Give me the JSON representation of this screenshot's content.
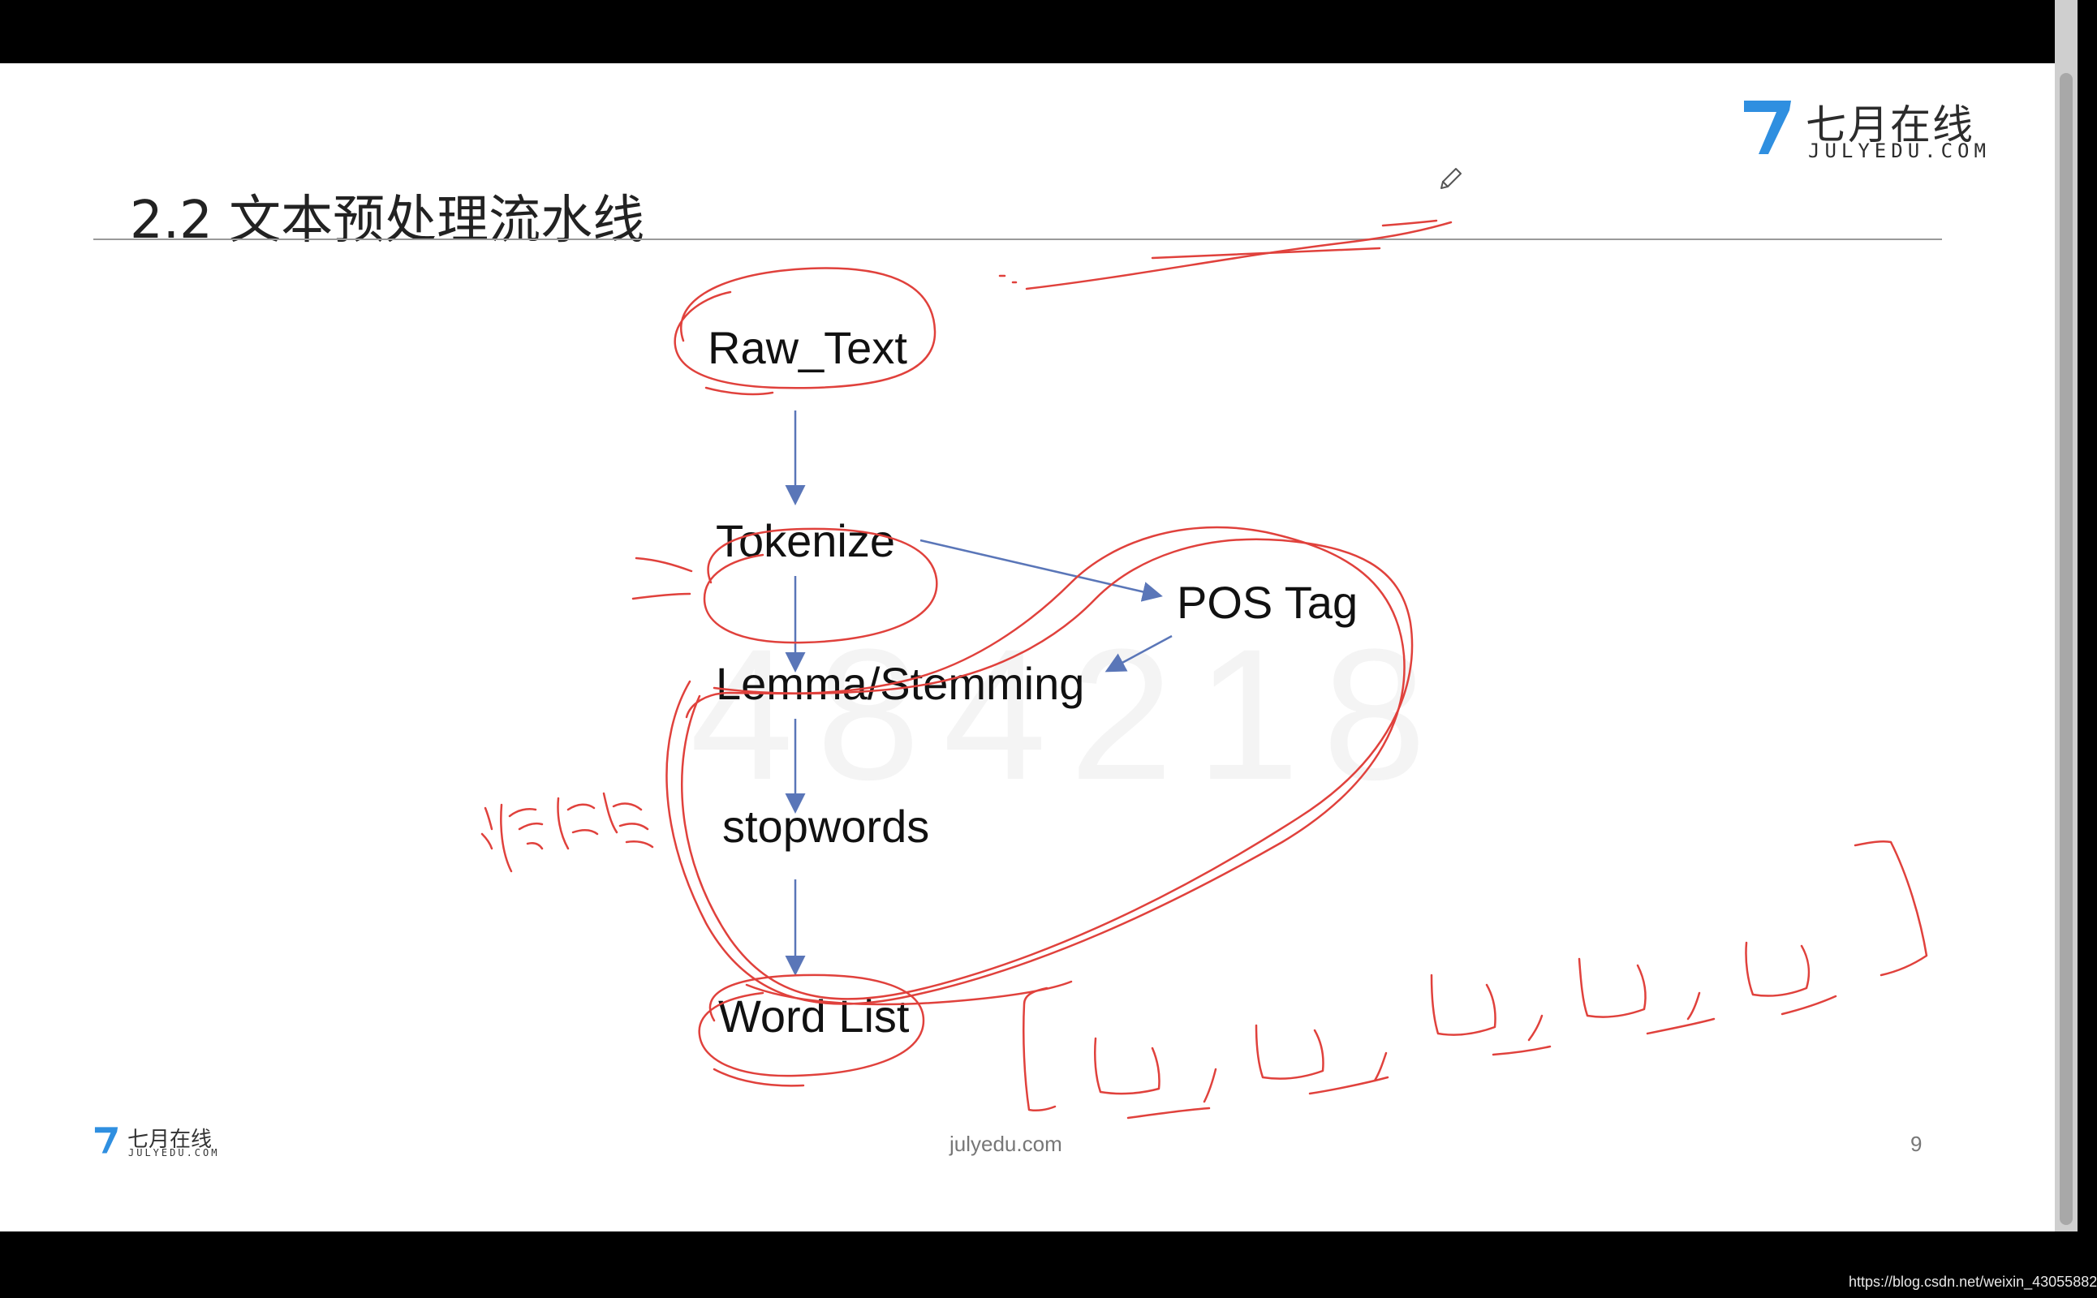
{
  "slide": {
    "title": "2.2 文本预处理流水线",
    "page_number": "9",
    "footer_site": "julyedu.com",
    "watermark": "484218"
  },
  "brand": {
    "name_cn": "七月在线",
    "name_en": "JULYEDU.COM",
    "accent_color": "#2f8fe0"
  },
  "diagram": {
    "nodes": {
      "raw_text": "Raw_Text",
      "tokenize": "Tokenize",
      "pos_tag": "POS Tag",
      "lemma": "Lemma/Stemming",
      "stopwords": "stopwords",
      "word_list": "Word List"
    },
    "arrow_color": "#5a76b8"
  },
  "annotations": {
    "ink_color": "#e0413c"
  },
  "overlay": {
    "source_url": "https://blog.csdn.net/weixin_43055882"
  }
}
